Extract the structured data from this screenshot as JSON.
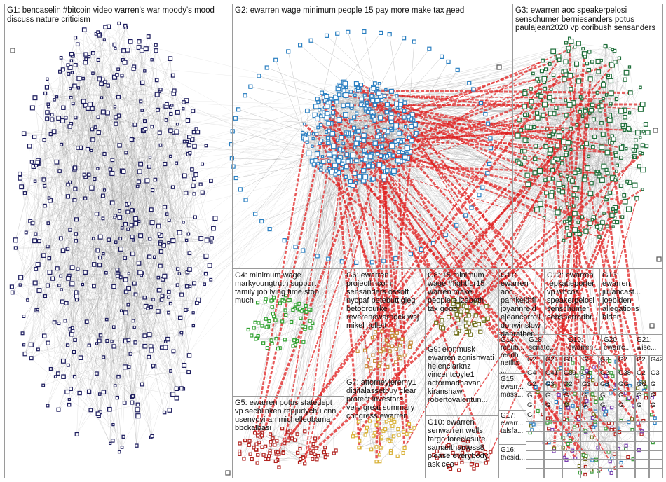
{
  "groups": [
    {
      "id": "G1",
      "label": "G1: bencaselin #bitcoin video warren's war moody's mood\ndiscuss nature criticism"
    },
    {
      "id": "G2",
      "label": "G2: ewarren wage minimum people 15 pay more make tax need"
    },
    {
      "id": "G3",
      "label": "G3: ewarren aoc speakerpelosi\nsenschumer berniesanders potus\npaulajean2020 vp coribush sensanders"
    },
    {
      "id": "G4",
      "label": "G4: minimum wage\nmarkyoungtruth support\nfamily job lying time stop\nmuch"
    },
    {
      "id": "G5",
      "label": "G5: ewarren potus statedept\nvp secblinken repjudychu cnn\nusenvoyiran michelleobama\nbbckalbasi"
    },
    {
      "id": "G6",
      "label": "G6: ewarren\nprojectlincoln\nsensanders ossoff\nnycpaf petebuttigieg\nbetoorourke\nreverendwarnock wsj\nmikel_jollett"
    },
    {
      "id": "G7",
      "label": "G7: attorneyjeremy1\ndigitalassetbuy clear\nprotect investors\nvery great summary\ncongress ewarren"
    },
    {
      "id": "G8",
      "label": "G8: 15 minimum\nwage #fightfor15\nwarren make\npeople elizabeth\ntax good"
    },
    {
      "id": "G9",
      "label": "G9: elonmusk\newarren agnishwati\nhelenclarknz\nvincentcoyle1\nactormadhavan\nkiranshaw\nrobertovalentun..."
    },
    {
      "id": "G10",
      "label": "G10: ewarren\nsenwarren wells\nfargo foreclosure\nsamanthamess8\nplease everybody\nask ceo"
    },
    {
      "id": "G11",
      "label": "G11: ewarren\naoc pamkeithfl\njoyannreid\nejeancarroll\ndonwinslow\ndanrather..."
    },
    {
      "id": "G12",
      "label": "G12: ewarren\nrepkatieporter\nvp whcos\nspeakerpelosi\nsenschumer\nsensherrodbr..."
    },
    {
      "id": "G13",
      "label": "G13:\newarren\njuliancast...\njoebiden\nallegations\nbiden..."
    },
    {
      "id": "G14",
      "label": "G14:\nrepub...\nreedh...\nnetflix\n..."
    },
    {
      "id": "G15",
      "label": "G15:\newarr...\nmass..."
    },
    {
      "id": "G16",
      "label": "G16:\nthesid..."
    },
    {
      "id": "G17",
      "label": "G17:\newarr...\ntalsfa..."
    },
    {
      "id": "G18",
      "label": "G18:\nsenate..."
    },
    {
      "id": "G19",
      "label": "G19:\newarren..."
    },
    {
      "id": "G20",
      "label": "G20:\newarre..."
    },
    {
      "id": "G21",
      "label": "G21:\nwise..."
    }
  ],
  "small_labels": [
    "G2",
    "G26",
    "G3",
    "G3",
    "G2",
    "G2",
    "G2",
    "G42",
    "G4",
    "G41",
    "G39",
    "G4",
    "G2",
    "G38",
    "G2",
    "G3",
    "G2",
    "G3",
    "G2",
    "G3",
    "G3",
    "GG",
    "GG",
    "G",
    "G",
    "G",
    "G",
    "G",
    "G",
    "G",
    "G",
    "G",
    "G",
    "G",
    "G",
    "G",
    "G",
    "G",
    "G",
    "G",
    "G"
  ],
  "colors": {
    "g1_node": "#1d1d5e",
    "g2_node": "#2a7fc1",
    "g3_node": "#1f6e3a",
    "g4_node": "#2ea02e",
    "g5_node": "#b0201c",
    "g6_node": "#c58b3a",
    "g7_node": "#d9b23a",
    "g8_node": "#6f6f1a",
    "edge_gray": "#8a8a8a",
    "edge_red": "#e02020",
    "pane_border": "#9a9a9a"
  }
}
